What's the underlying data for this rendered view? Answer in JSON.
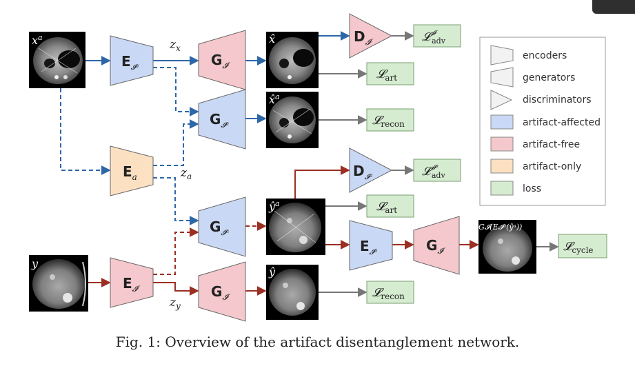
{
  "caption": "Fig. 1: Overview of the artifact disentanglement network.",
  "labels": {
    "x_a": "x",
    "x_a_sup": "a",
    "x_hat": "x̂",
    "x_hat_a": "x̂",
    "x_hat_a_sup": "a",
    "y": "y",
    "y_hat_a": "ŷ",
    "y_hat_a_sup": "a",
    "y_hat": "ŷ",
    "z_x": "z",
    "z_x_sub": "x",
    "z_a": "z",
    "z_a_sub": "a",
    "z_y": "z",
    "z_y_sub": "y",
    "cycle_img_label": "G𝓘(E𝓘ᵃ(ŷᵃ))"
  },
  "blocks": {
    "enc_Ia_top": {
      "main": "E",
      "sub": "𝓘ᵃ"
    },
    "enc_a": {
      "main": "E",
      "sub": "a"
    },
    "enc_I": {
      "main": "E",
      "sub": "𝓘"
    },
    "enc_Ia_cycle": {
      "main": "E",
      "sub": "𝓘ᵃ"
    },
    "gen_I_top": {
      "main": "G",
      "sub": "𝓘"
    },
    "gen_Ia_recon": {
      "main": "G",
      "sub": "𝓘ᵃ"
    },
    "gen_Ia_mid": {
      "main": "G",
      "sub": "𝓘ᵃ"
    },
    "gen_I_bottom": {
      "main": "G",
      "sub": "𝓘"
    },
    "gen_I_cycle": {
      "main": "G",
      "sub": "𝓘"
    },
    "disc_I": {
      "main": "D",
      "sub": "𝓘"
    },
    "disc_Ia": {
      "main": "D",
      "sub": "𝓘ᵃ"
    }
  },
  "losses": {
    "adv_I": {
      "main": "𝓛",
      "sub": "adv",
      "sup": "𝓘"
    },
    "art_top": {
      "main": "𝓛",
      "sub": "art",
      "sup": ""
    },
    "recon_top": {
      "main": "𝓛",
      "sub": "recon",
      "sup": ""
    },
    "adv_Ia": {
      "main": "𝓛",
      "sub": "adv",
      "sup": "𝓘ᵃ"
    },
    "art_mid": {
      "main": "𝓛",
      "sub": "art",
      "sup": ""
    },
    "cycle": {
      "main": "𝓛",
      "sub": "cycle",
      "sup": ""
    },
    "recon_bottom": {
      "main": "𝓛",
      "sub": "recon",
      "sup": ""
    }
  },
  "legend": {
    "items": [
      {
        "label": "encoders",
        "kind": "encoder"
      },
      {
        "label": "generators",
        "kind": "generator"
      },
      {
        "label": "discriminators",
        "kind": "discriminator"
      },
      {
        "label": "artifact-affected",
        "kind": "swatch",
        "color": "#c9d8f5"
      },
      {
        "label": "artifact-free",
        "kind": "swatch",
        "color": "#f4c8cc"
      },
      {
        "label": "artifact-only",
        "kind": "swatch",
        "color": "#fbe0c2"
      },
      {
        "label": "loss",
        "kind": "swatch",
        "color": "#d6ecd1"
      }
    ]
  },
  "colors": {
    "blue_fill": "#c9d8f5",
    "red_fill": "#f4c8cc",
    "orange_fill": "#fbe0c2",
    "green_fill": "#d6ecd1",
    "blue_arrow": "#2e67a8",
    "red_arrow": "#9b2f22",
    "gray_arrow": "#777777"
  }
}
